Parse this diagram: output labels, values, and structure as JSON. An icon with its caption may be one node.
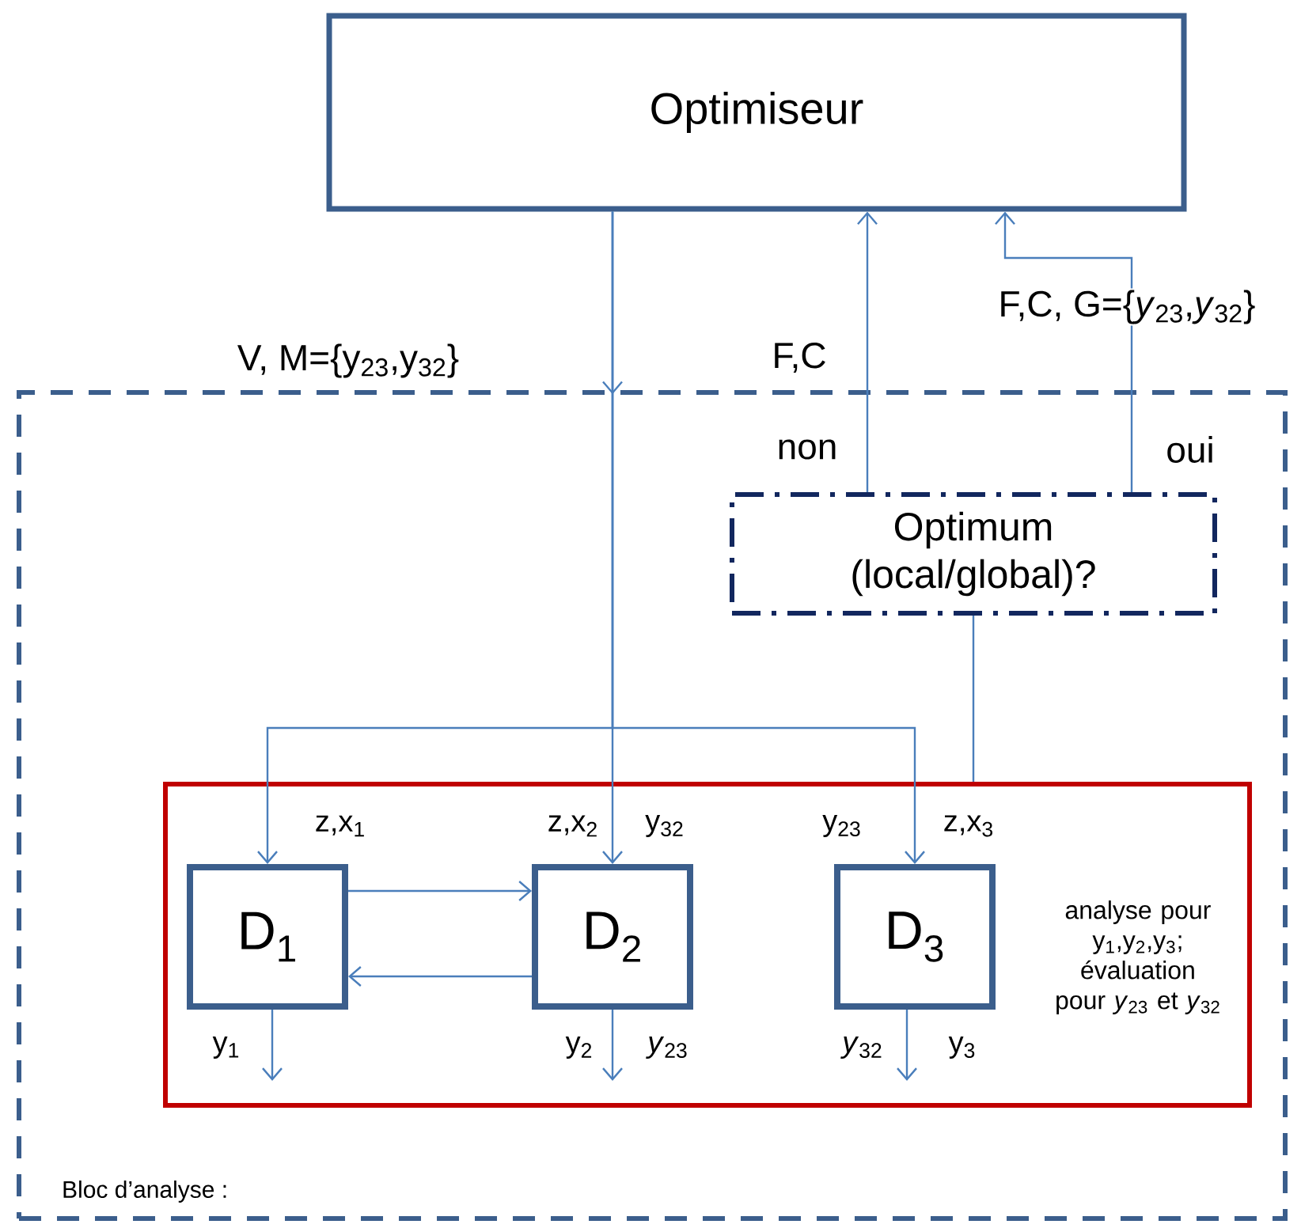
{
  "diagram": {
    "nodes": [
      {
        "text": [
          "Optimiseur"
        ]
      },
      {
        "text": [
          "Bloc d’analyse :"
        ]
      },
      {
        "text": [
          "Optimum (local/global)?"
        ],
        "in": 1
      },
      {
        "text": [
          "analyse pour y$_{1}$,y$_{2}$,y$_{3}$; évaluation pour *y*$_{23}$ et *y*$_{32}$"
        ],
        "in": 1
      },
      {
        "text": [
          "D$_{1}$"
        ],
        "in": 3
      },
      {
        "text": [
          "D$_{2}$"
        ],
        "in": 3
      },
      {
        "text": [
          "D$_{3}$"
        ],
        "in": 3
      }
    ],
    "edges": [
      {
        "from": 0,
        "to": 5,
        "arrow": "to",
        "label": "V, M={y$_{23}$,y$_{32}$}"
      },
      {
        "from": 0,
        "to": 4,
        "arrow": "to"
      },
      {
        "from": 0,
        "to": 6,
        "arrow": "to"
      },
      {
        "from": 2,
        "to": 0,
        "arrow": "to",
        "label": "F,C"
      },
      {
        "from": 2,
        "to": 0,
        "arrow": "to",
        "label": "F,C, G={*y*$_{23}$,*y*$_{32}$}"
      },
      {
        "from": 3,
        "to": 2,
        "arrow": "none"
      },
      {
        "from": 4,
        "to": 5,
        "arrow": "to"
      },
      {
        "from": 5,
        "to": 4,
        "arrow": "to"
      },
      {
        "from": 4,
        "to": null,
        "arrow": "to"
      },
      {
        "from": 5,
        "to": null,
        "arrow": "to"
      },
      {
        "from": 6,
        "to": null,
        "arrow": "to"
      }
    ],
    "labels": [
      "non",
      "oui",
      "z,x$_{1}$",
      "z,x$_{2}$",
      "y$_{32}$",
      "y$_{23}$",
      "z,x$_{3}$",
      "y$_{1}$",
      "y$_{2}$",
      "*y*$_{23}$",
      "*y*$_{32}$",
      "y$_{3}$"
    ]
  }
}
